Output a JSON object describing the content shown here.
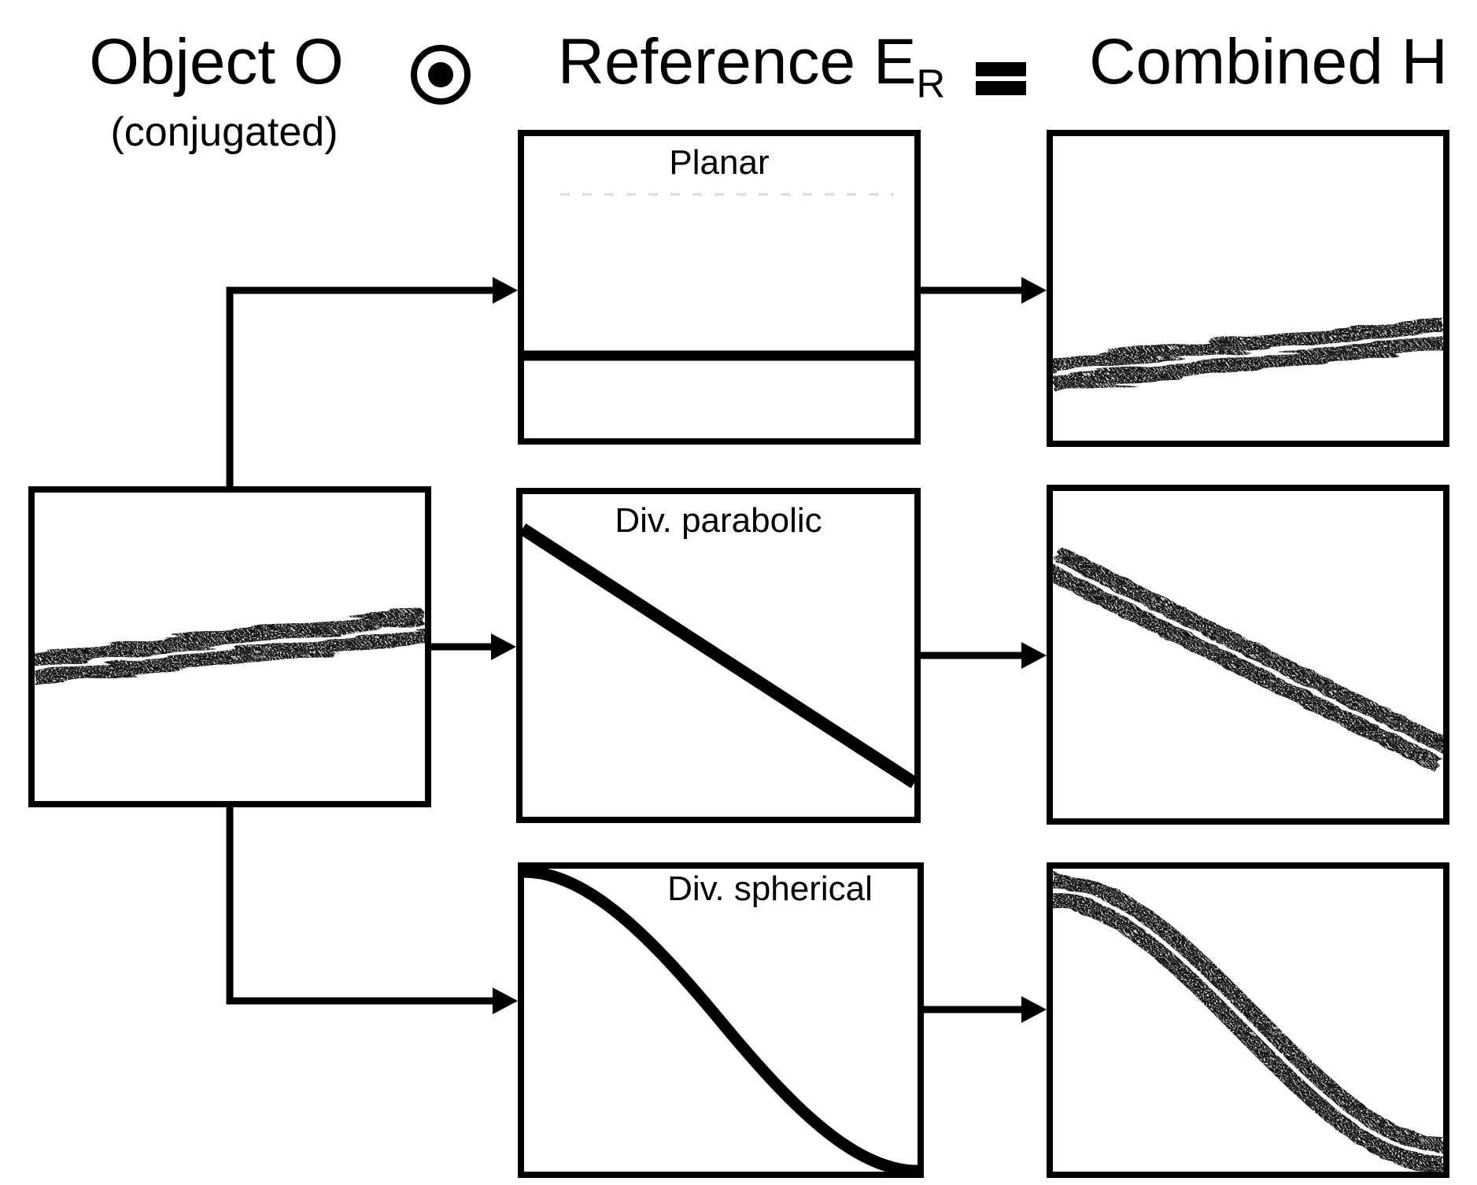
{
  "diagram": {
    "header": {
      "object_label": "Object O",
      "object_note": "(conjugated)",
      "odot_symbol": "⊙",
      "reference_label": "Reference E",
      "reference_subscript": "R",
      "equals_symbol": "=",
      "combined_label": "Combined H"
    },
    "reference_panels": {
      "planar": {
        "title": "Planar"
      },
      "parabolic": {
        "title": "Div. parabolic"
      },
      "spherical": {
        "title": "Div. spherical"
      }
    },
    "colors": {
      "ink": "#000000",
      "band": "#141414",
      "background": "#ffffff",
      "artifact": "#d9d9d9"
    }
  }
}
